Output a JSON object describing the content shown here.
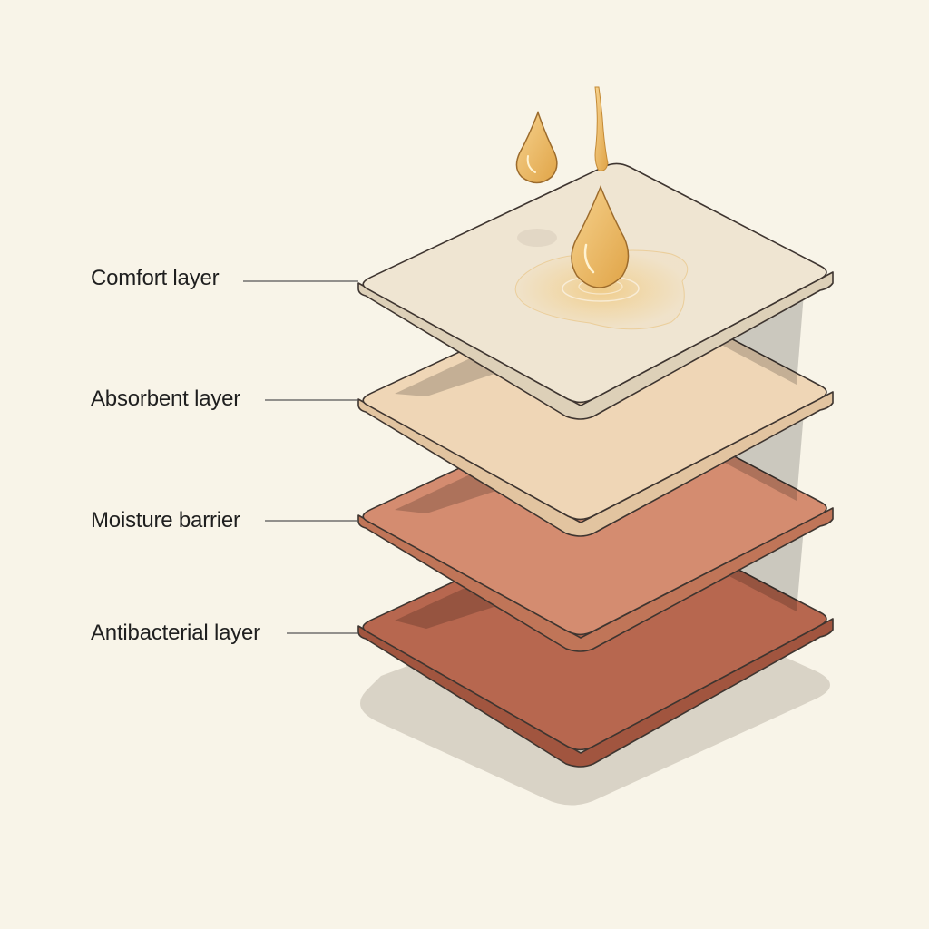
{
  "background": "#f8f4e8",
  "outline_color": "#3e3530",
  "layers": [
    {
      "id": "comfort",
      "label": "Comfort layer",
      "top": "#efe5d2",
      "edge": "#ddd0b8"
    },
    {
      "id": "absorbent",
      "label": "Absorbent layer",
      "top": "#efd6b6",
      "edge": "#e2c4a0"
    },
    {
      "id": "moisture",
      "label": "Moisture barrier",
      "top": "#d48c70",
      "edge": "#c07558"
    },
    {
      "id": "antibacterial",
      "label": "Antibacterial layer",
      "top": "#b7674f",
      "edge": "#a1553f"
    }
  ],
  "fluid": {
    "drop_color": "#e9b75c",
    "drop_highlight": "#f6d28e",
    "stain_color": "#f2d39a"
  }
}
